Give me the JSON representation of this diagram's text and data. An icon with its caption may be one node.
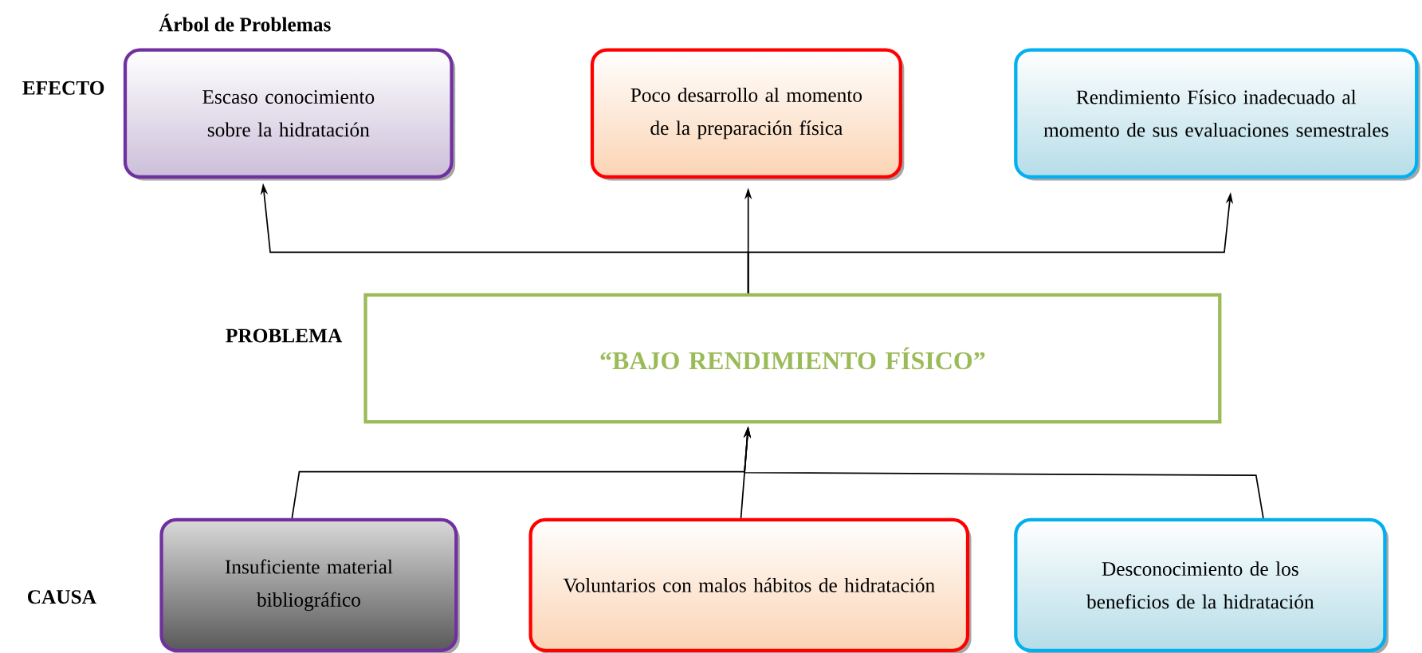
{
  "diagram": {
    "title": "Árbol de Problemas",
    "nodes": [
      {
        "text": [
          "Escaso conocimiento sobre la hidratación"
        ]
      },
      {
        "text": [
          "Poco desarrollo al momento de la preparación física"
        ]
      },
      {
        "text": [
          "Rendimiento Físico inadecuado al momento de sus evaluaciones semestrales"
        ]
      },
      {
        "text": [
          "“BAJO RENDIMIENTO FÍSICO”"
        ]
      },
      {
        "text": [
          "Insuficiente material bibliográfico"
        ]
      },
      {
        "text": [
          "Voluntarios con malos hábitos de hidratación"
        ]
      },
      {
        "text": [
          "Desconocimiento de los beneficios de la hidratación"
        ]
      }
    ],
    "edges": [
      {
        "from": 3,
        "to": 0,
        "arrow": "to"
      },
      {
        "from": 3,
        "to": 1,
        "arrow": "to"
      },
      {
        "from": 3,
        "to": 2,
        "arrow": "to"
      },
      {
        "from": 4,
        "to": 3,
        "arrow": "to"
      },
      {
        "from": 5,
        "to": 3,
        "arrow": "to"
      },
      {
        "from": 6,
        "to": 3,
        "arrow": "to"
      }
    ],
    "labels": [
      "EFECTO",
      "PROBLEMA",
      "CAUSA"
    ]
  }
}
